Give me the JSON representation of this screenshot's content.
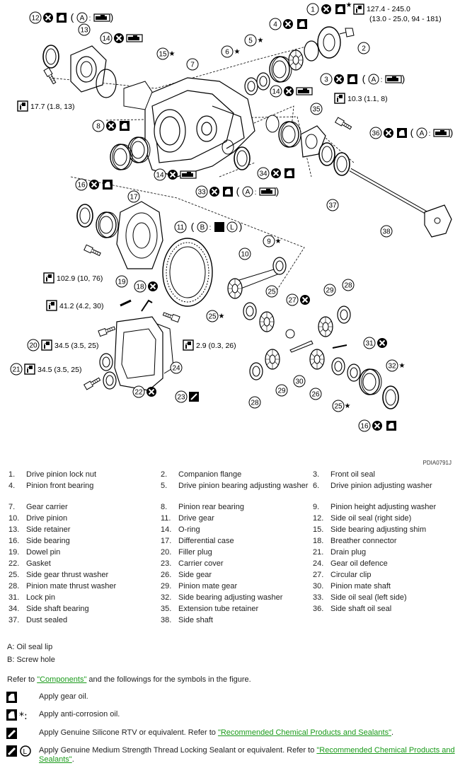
{
  "diagram": {
    "code": "PDIA0791J",
    "callouts": [
      "1",
      "2",
      "3",
      "4",
      "5",
      "6",
      "7",
      "8",
      "9",
      "10",
      "11",
      "12",
      "13",
      "14",
      "15",
      "16",
      "17",
      "18",
      "19",
      "20",
      "21",
      "22",
      "23",
      "24",
      "25",
      "26",
      "27",
      "28",
      "29",
      "30",
      "31",
      "32",
      "33",
      "34",
      "35",
      "36",
      "37",
      "38"
    ],
    "letter_a": "A",
    "letter_b": "B",
    "letter_l": "L",
    "star": "★",
    "colon": ":",
    "torque_labels": {
      "t1": "127.4 - 245.0",
      "t1b": "(13.0 - 25.0, 94 - 181)",
      "t2": "17.7 (1.8, 13)",
      "t3": "10.3 (1.1, 8)",
      "t4": "102.9 (10, 76)",
      "t5": "41.2 (4.2, 30)",
      "t6": "34.5 (3.5, 25)",
      "t7": "34.5 (3.5, 25)",
      "t8": "2.9 (0.3, 26)"
    }
  },
  "legend": [
    {
      "n": "1.",
      "t": "Drive pinion lock nut"
    },
    {
      "n": "2.",
      "t": "Companion flange"
    },
    {
      "n": "3.",
      "t": "Front oil seal"
    },
    {
      "n": "4.",
      "t": "Pinion front bearing"
    },
    {
      "n": "5.",
      "t": "Drive pinion bearing adjusting washer"
    },
    {
      "n": "6.",
      "t": "Drive pinion adjusting washer"
    },
    {
      "n": "7.",
      "t": "Gear carrier"
    },
    {
      "n": "8.",
      "t": "Pinion rear bearing"
    },
    {
      "n": "9.",
      "t": "Pinion height adjusting washer"
    },
    {
      "n": "10.",
      "t": "Drive pinion"
    },
    {
      "n": "11.",
      "t": "Drive gear"
    },
    {
      "n": "12.",
      "t": "Side oil seal (right side)"
    },
    {
      "n": "13.",
      "t": "Side retainer"
    },
    {
      "n": "14.",
      "t": "O-ring"
    },
    {
      "n": "15.",
      "t": "Side bearing adjusting shim"
    },
    {
      "n": "16.",
      "t": "Side bearing"
    },
    {
      "n": "17.",
      "t": "Differential case"
    },
    {
      "n": "18.",
      "t": "Breather connector"
    },
    {
      "n": "19.",
      "t": "Dowel pin"
    },
    {
      "n": "20.",
      "t": "Filler plug"
    },
    {
      "n": "21.",
      "t": "Drain plug"
    },
    {
      "n": "22.",
      "t": "Gasket"
    },
    {
      "n": "23.",
      "t": "Carrier cover"
    },
    {
      "n": "24.",
      "t": "Gear oil defence"
    },
    {
      "n": "25.",
      "t": "Side gear thrust washer"
    },
    {
      "n": "26.",
      "t": "Side gear"
    },
    {
      "n": "27.",
      "t": "Circular clip"
    },
    {
      "n": "28.",
      "t": "Pinion mate thrust washer"
    },
    {
      "n": "29.",
      "t": "Pinion mate gear"
    },
    {
      "n": "30.",
      "t": "Pinion mate shaft"
    },
    {
      "n": "31.",
      "t": "Lock pin"
    },
    {
      "n": "32.",
      "t": "Side bearing adjusting washer"
    },
    {
      "n": "33.",
      "t": "Side oil seal (left side)"
    },
    {
      "n": "34.",
      "t": "Side shaft bearing"
    },
    {
      "n": "35.",
      "t": "Extension tube retainer"
    },
    {
      "n": "36.",
      "t": "Side shaft oil seal"
    },
    {
      "n": "37.",
      "t": "Dust sealed"
    },
    {
      "n": "38.",
      "t": "Side shaft"
    }
  ],
  "notes": {
    "a": "A: Oil seal lip",
    "b": "B: Screw hole"
  },
  "refer": {
    "pre": "Refer to ",
    "link": "\"Components\"",
    "post": " and the followings for the symbols in the figure."
  },
  "symbols": {
    "s1": "Apply gear oil.",
    "s2": "Apply anti-corrosion oil.",
    "s3_pre": "Apply Genuine Silicone RTV or equivalent. Refer to ",
    "s3_link": "\"Recommended Chemical Products and Sealants\"",
    "s3_post": ".",
    "s4_pre": "Apply Genuine Medium Strength Thread Locking Sealant or equivalent. Refer to ",
    "s4_link": "\"Recommended Chemical Products and Sealants\"",
    "s4_post": "."
  }
}
